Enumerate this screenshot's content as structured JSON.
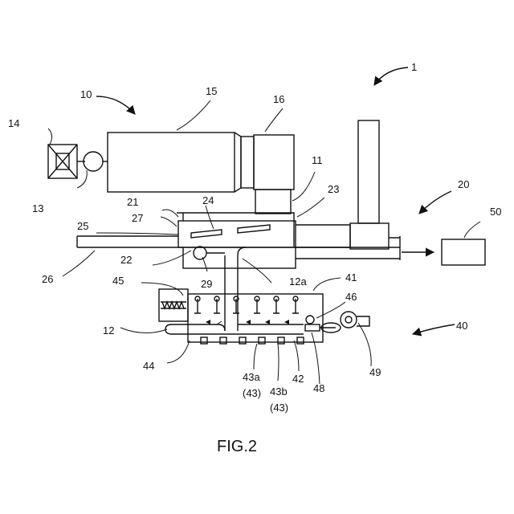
{
  "figure": {
    "caption": "FIG.2",
    "labels": {
      "l1": "1",
      "l10": "10",
      "l11": "11",
      "l12": "12",
      "l12a": "12a",
      "l13": "13",
      "l14": "14",
      "l15": "15",
      "l16": "16",
      "l20": "20",
      "l21": "21",
      "l22": "22",
      "l23": "23",
      "l24": "24",
      "l25": "25",
      "l26": "26",
      "l27": "27",
      "l29": "29",
      "l40": "40",
      "l41": "41",
      "l42": "42",
      "l43a": "43a",
      "l43a_sub": "(43)",
      "l43b": "43b",
      "l43b_sub": "(43)",
      "l44": "44",
      "l45": "45",
      "l46": "46",
      "l48": "48",
      "l49": "49",
      "l50": "50"
    }
  }
}
